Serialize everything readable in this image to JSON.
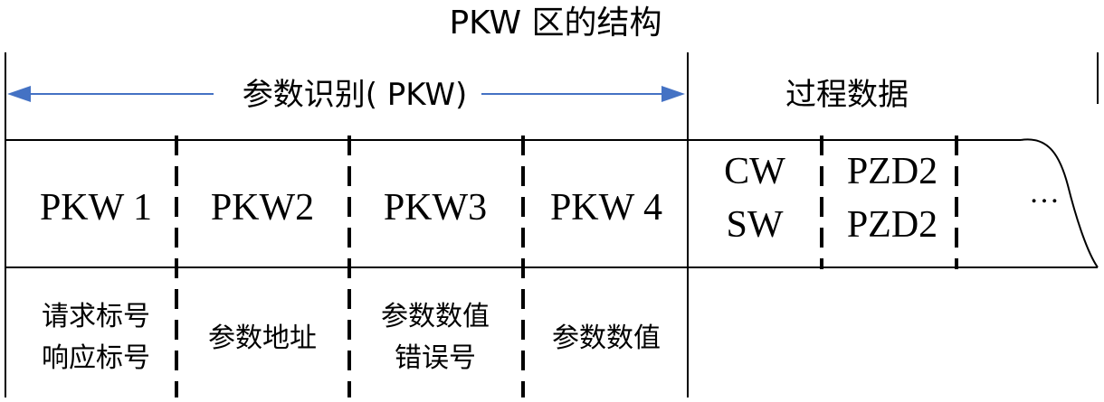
{
  "title": "PKW 区的结构",
  "parameter_id_label": "参数识别( PKW)",
  "process_data_label": "过程数据",
  "pkw_cells": [
    {
      "label": "PKW 1",
      "desc_line1": "请求标号",
      "desc_line2": "响应标号"
    },
    {
      "label": "PKW2",
      "desc_line1": "参数地址",
      "desc_line2": ""
    },
    {
      "label": "PKW3",
      "desc_line1": "参数数值",
      "desc_line2": "错误号"
    },
    {
      "label": "PKW 4",
      "desc_line1": "参数数值",
      "desc_line2": ""
    }
  ],
  "pzd_cells": [
    {
      "line1": "CW",
      "line2": "SW"
    },
    {
      "line1": "PZD2",
      "line2": "PZD2"
    }
  ],
  "ellipsis": "…",
  "colors": {
    "arrow": "#4472c4",
    "line": "#000000",
    "text": "#000000"
  }
}
